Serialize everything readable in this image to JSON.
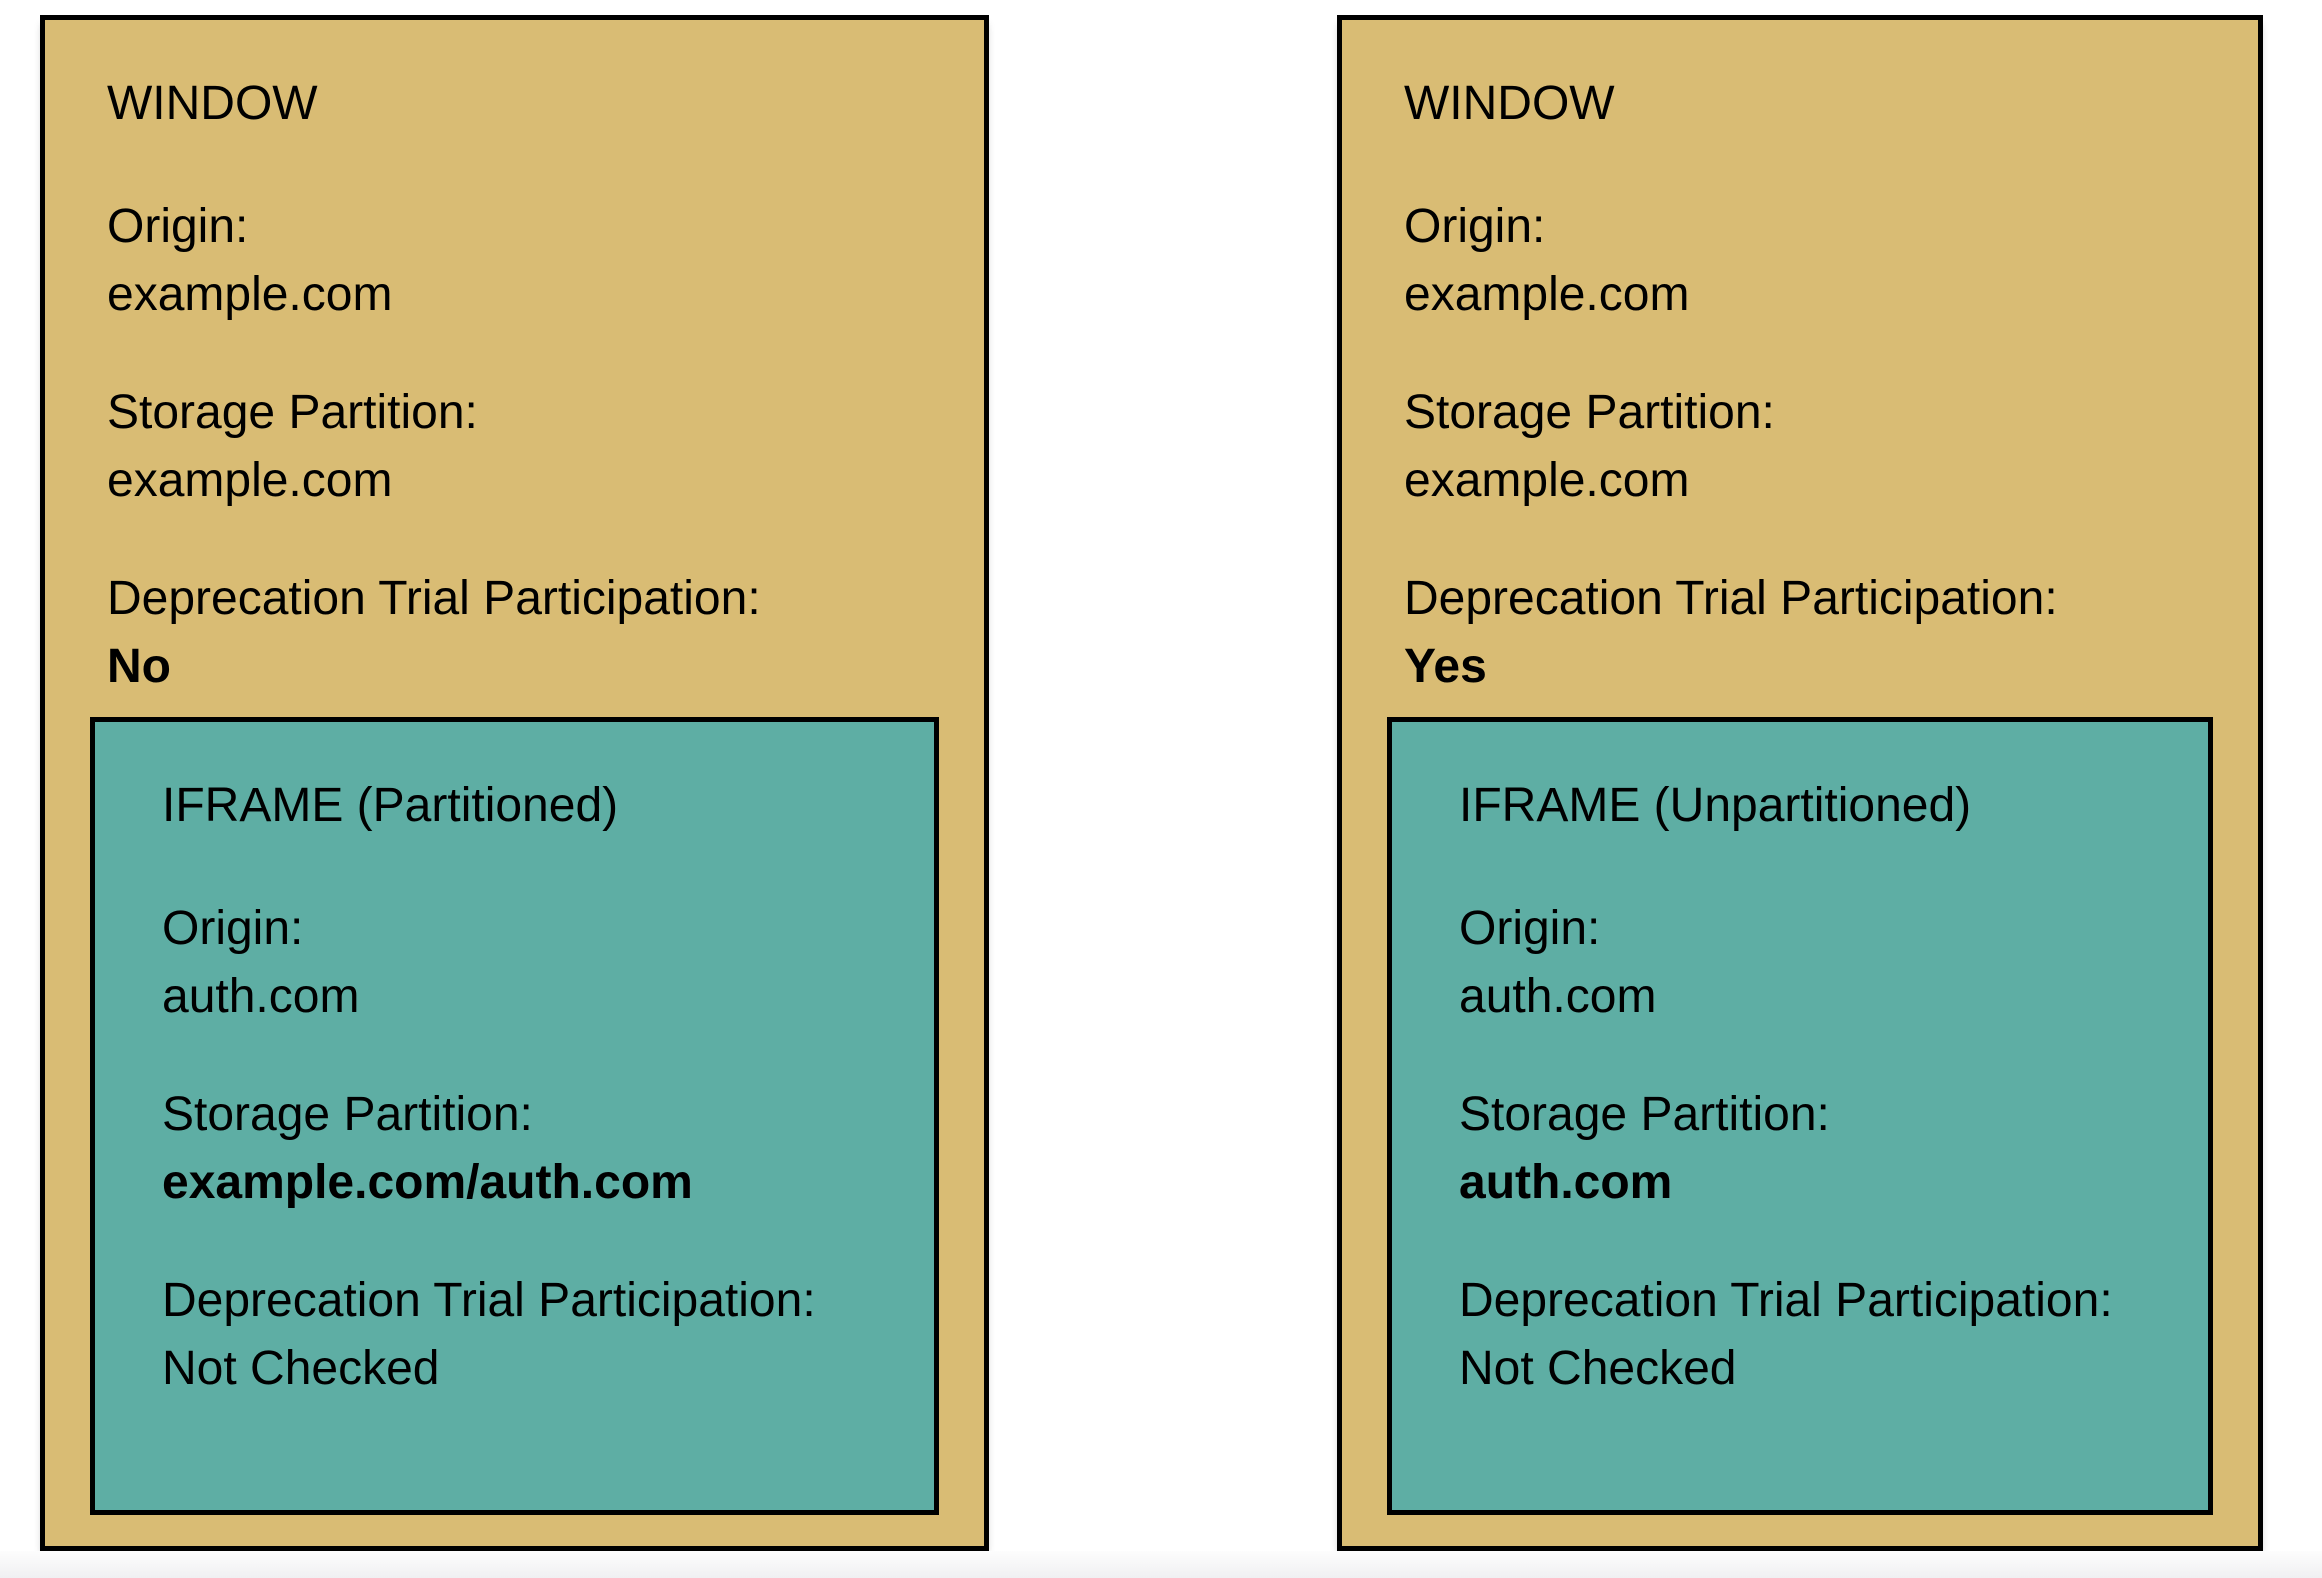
{
  "colors": {
    "window_fill": "#D9BC74",
    "iframe_fill": "#5EAEA4",
    "border": "#000000",
    "page_background": "#FFFFFF"
  },
  "windows": [
    {
      "title": "WINDOW",
      "origin": {
        "label": "Origin:",
        "value": "example.com"
      },
      "storage": {
        "label": "Storage Partition:",
        "value": "example.com"
      },
      "trial": {
        "label": "Deprecation Trial Participation:",
        "value": "No"
      },
      "iframe": {
        "title": "IFRAME (Partitioned)",
        "origin": {
          "label": "Origin:",
          "value": "auth.com"
        },
        "storage": {
          "label": "Storage Partition:",
          "value": "example.com/auth.com"
        },
        "trial": {
          "label": "Deprecation Trial Participation:",
          "value": "Not Checked"
        }
      }
    },
    {
      "title": "WINDOW",
      "origin": {
        "label": "Origin:",
        "value": "example.com"
      },
      "storage": {
        "label": "Storage Partition:",
        "value": "example.com"
      },
      "trial": {
        "label": "Deprecation Trial Participation:",
        "value": "Yes"
      },
      "iframe": {
        "title": "IFRAME (Unpartitioned)",
        "origin": {
          "label": "Origin:",
          "value": "auth.com"
        },
        "storage": {
          "label": "Storage Partition:",
          "value": "auth.com"
        },
        "trial": {
          "label": "Deprecation Trial Participation:",
          "value": "Not Checked"
        }
      }
    }
  ]
}
